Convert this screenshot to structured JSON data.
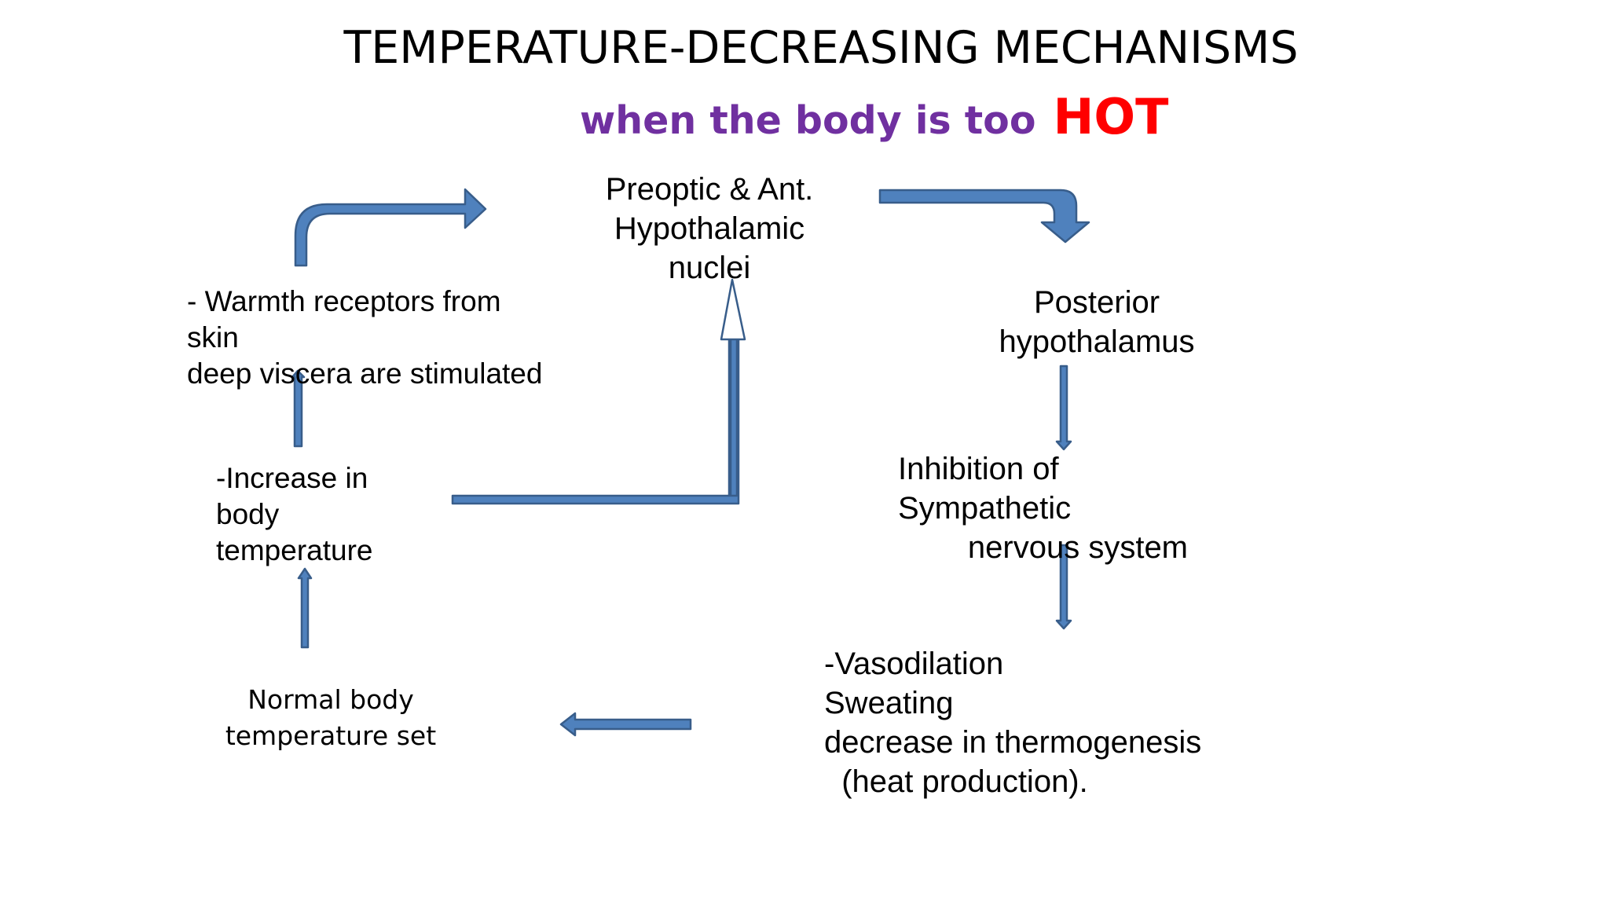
{
  "slide": {
    "title": "TEMPERATURE-DECREASING MECHANISMS",
    "subtitle": {
      "text": "when the body is too",
      "emphasis": "HOT",
      "text_color": "#7030A0",
      "emphasis_color": "#FF0000"
    }
  },
  "colors": {
    "arrow_fill": "#4F81BD",
    "arrow_stroke": "#385D8A"
  },
  "nodes": {
    "preoptic": "Preoptic & Ant.\nHypothalamic\nnuclei",
    "posterior": "Posterior\nhypothalamus",
    "inhibition": "Inhibition of\nSympathetic\n        nervous system",
    "effects": "-Vasodilation\nSweating\ndecrease in thermogenesis\n  (heat production).",
    "normal": "Normal body\ntemperature set",
    "increase": "-Increase in\nbody\ntemperature",
    "warmth": "- Warmth receptors from\nskin\ndeep viscera are stimulated"
  }
}
